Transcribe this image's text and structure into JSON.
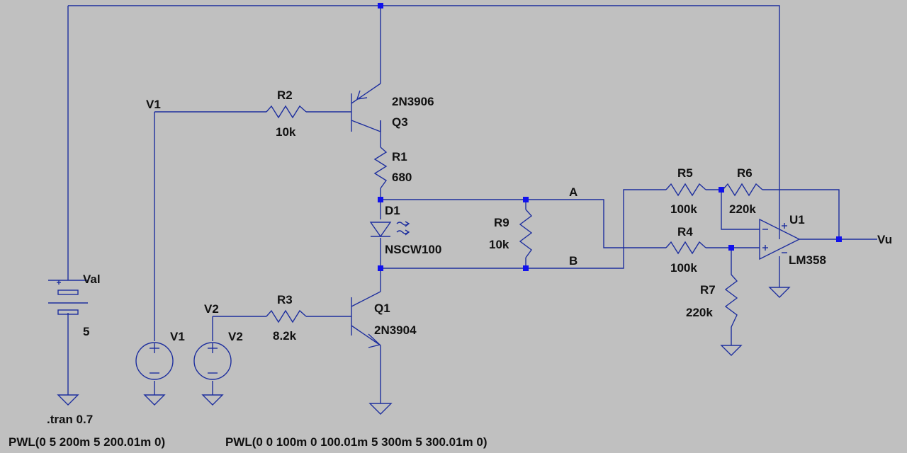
{
  "labels": {
    "R2_name": "R2",
    "R2_value": "10k",
    "Q3_model": "2N3906",
    "Q3_name": "Q3",
    "R1_name": "R1",
    "R1_value": "680",
    "D1_name": "D1",
    "D1_model": "NSCW100",
    "R9_name": "R9",
    "R9_value": "10k",
    "net_A": "A",
    "net_B": "B",
    "R5_name": "R5",
    "R5_value": "100k",
    "R6_name": "R6",
    "R6_value": "220k",
    "R4_name": "R4",
    "R4_value": "100k",
    "R7_name": "R7",
    "R7_value": "220k",
    "U1_name": "U1",
    "U1_model": "LM358",
    "out_net": "Vu",
    "Val_name": "Val",
    "Val_value": "5",
    "net_V1": "V1",
    "V1_name": "V1",
    "net_V2": "V2",
    "V2_name": "V2",
    "R3_name": "R3",
    "R3_value": "8.2k",
    "Q1_name": "Q1",
    "Q1_model": "2N3904",
    "tran_directive": ".tran 0.7",
    "pwl_v1": "PWL(0 5 200m 5 200.01m 0)",
    "pwl_v2": "PWL(0 0 100m 0 100.01m 5 300m 5 300.01m 0)"
  },
  "colors": {
    "background": "#c0c0c0",
    "wire": "#1e2f9e",
    "junction": "#1111ee",
    "text": "#111111"
  }
}
